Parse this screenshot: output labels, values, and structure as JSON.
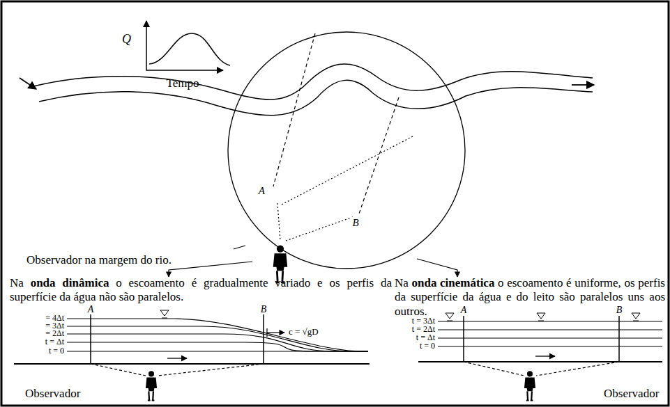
{
  "diagram": {
    "labels": [
      "Q",
      "Tempo",
      "A",
      "B",
      "Observador na margem do rio.",
      "Na onda dinâmica o escoamento é gradualmente variado e os perfis da superfície da água não são paralelos.",
      "Na onda cinemática o escoamento é uniforme, os perfis da superfície da água e do leito são paralelos uns aos outros.",
      "= 4Δt",
      "= 3Δt",
      "= 2Δt",
      "t = Δt",
      "t = 0",
      "A",
      "B",
      "c = √gD",
      "Observador",
      "t = 3Δt",
      "t = 2Δt",
      "t = Δt",
      "t = 0",
      "A",
      "B",
      "Observador"
    ]
  }
}
